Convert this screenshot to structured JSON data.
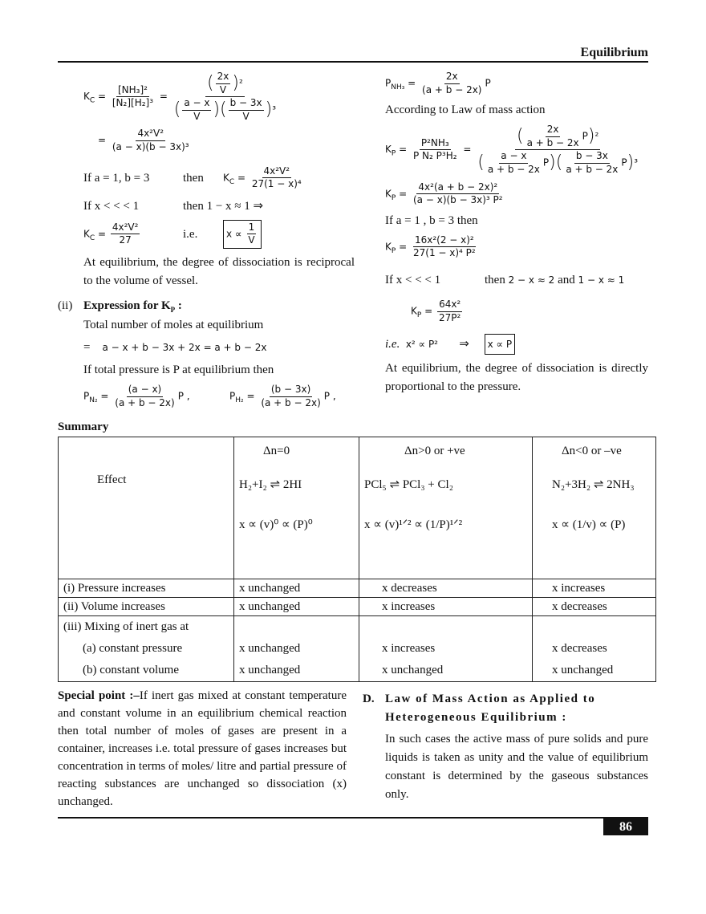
{
  "header": {
    "chapter": "Equilibrium"
  },
  "left": {
    "kc_label": "K",
    "kc_sub": "C",
    "kc_num": "[NH₃]²",
    "kc_den": "[N₂][H₂]³",
    "kc_num2": "2x",
    "kc_den2": "V",
    "kc_a": "a − x",
    "kc_b": "b − 3x",
    "V": "V",
    "kc2_num": "4x²V²",
    "kc2_den": "(a − x)(b − 3x)³",
    "if1": "If a = 1, b = 3",
    "then": "then",
    "kc3_num": "4x²V²",
    "kc3_den": "27(1 − x)⁴",
    "if2": "If x < < < 1",
    "then2": "then 1 − x ≈ 1   ⇒",
    "kc4_num": "4x²V²",
    "kc4_den": "27",
    "ie": "i.e.",
    "prop": "x ∝",
    "one": "1",
    "para1": "At equilibrium, the degree of dissociation is reciprocal to the volume of vessel.",
    "ii": "(ii)",
    "kp_heading": "Expression for K",
    "kp_sub": "P",
    "colon": " :",
    "total_moles": "Total number of moles at equilibrium",
    "eq_sign": "=",
    "moles_expr": "a − x + b − 3x + 2x =",
    "moles_result": "a + b − 2x",
    "if_total": "If total pressure is P at equilibrium then",
    "pn2": "P",
    "pn2_sub": "N₂",
    "pn2_num": "(a − x)",
    "pn2_den": "(a + b − 2x)",
    "ph2": "P",
    "ph2_sub": "H₂",
    "ph2_num": "(b − 3x)",
    "ph2_den": "(a + b − 2x)",
    "P": "P",
    "comma": ","
  },
  "right": {
    "pnh3": "P",
    "pnh3_sub": "NH₃",
    "pnh3_num": "2x",
    "pnh3_den": "(a + b − 2x)",
    "P": "P",
    "law": "According to Law of mass action",
    "kp": "K",
    "kp_sub": "P",
    "kp_num": "P²NH₃",
    "kp_den": "P N₂ P³H₂",
    "a_b": "a + b − 2x",
    "two_x": "2x",
    "a_x": "a − x",
    "b_3x": "b − 3x",
    "kp2_num": "4x²(a + b − 2x)²",
    "kp2_den": "(a − x)(b − 3x)³ P²",
    "if1": "If a = 1 , b = 3 then",
    "kp3_num": "16x²(2 − x)²",
    "kp3_den": "27(1 − x)⁴ P²",
    "if2": "If x < < < 1",
    "then2": "then",
    "approx1": "2 − x ≈ 2",
    "and": "and",
    "approx2": "1 − x ≈ 1",
    "kp4_num": "64x²",
    "kp4_den": "27P²",
    "ie": "i.e.",
    "prop": "x² ∝ P²",
    "implies": "⇒",
    "result": "x ∝ P",
    "para": "At equilibrium, the degree of dissociation is directly proportional to the pressure."
  },
  "summary": {
    "title": "Summary",
    "effect": "Effect",
    "columns": [
      {
        "dn": "Δn=0",
        "reaction": "H₂+I₂ ⇌ 2HI",
        "relation": "x ∝ (v)⁰ ∝ (P)⁰"
      },
      {
        "dn": "Δn>0 or +ve",
        "reaction": "PCl₅ ⇌ PCl₃ + Cl₂",
        "relation": "x ∝ (v)¹ᐟ² ∝ (1/P)¹ᐟ²"
      },
      {
        "dn": "Δn<0 or –ve",
        "reaction": "N₂+3H₂ ⇌ 2NH₃",
        "relation": "x ∝ (1/v) ∝ (P)"
      }
    ],
    "rows": [
      {
        "label": "(i)   Pressure increases",
        "cells": [
          "x unchanged",
          "x decreases",
          "x increases"
        ]
      },
      {
        "label": "(ii)  Volume increases",
        "cells": [
          "x unchanged",
          "x increases",
          "x decreases"
        ]
      },
      {
        "label": "(iii) Mixing of inert gas at",
        "cells": [
          "",
          "",
          ""
        ]
      },
      {
        "label": "(a) constant pressure",
        "cells": [
          "x unchanged",
          "x increases",
          "x decreases"
        ]
      },
      {
        "label": "(b) constant volume",
        "cells": [
          "x unchanged",
          "x unchanged",
          "x unchanged"
        ]
      }
    ]
  },
  "special": {
    "label": "Special point :–",
    "text": "If inert gas mixed at constant temperature and constant volume in an equilibrium chemical reaction then total number of moles of gases are present in a container, increases i.e. total pressure of gases increases but concentration in terms of moles/ litre and partial pressure of reacting substances are unchanged so dissociation (x) unchanged."
  },
  "sectionD": {
    "letter": "D.",
    "title": "Law of Mass Action as Applied to Heterogeneous Equilibrium :",
    "text": "In such cases the active mass of pure solids and pure liquids is taken as unity and the value of equilibrium constant is determined by the gaseous substances only."
  },
  "footer": {
    "page": "86"
  }
}
